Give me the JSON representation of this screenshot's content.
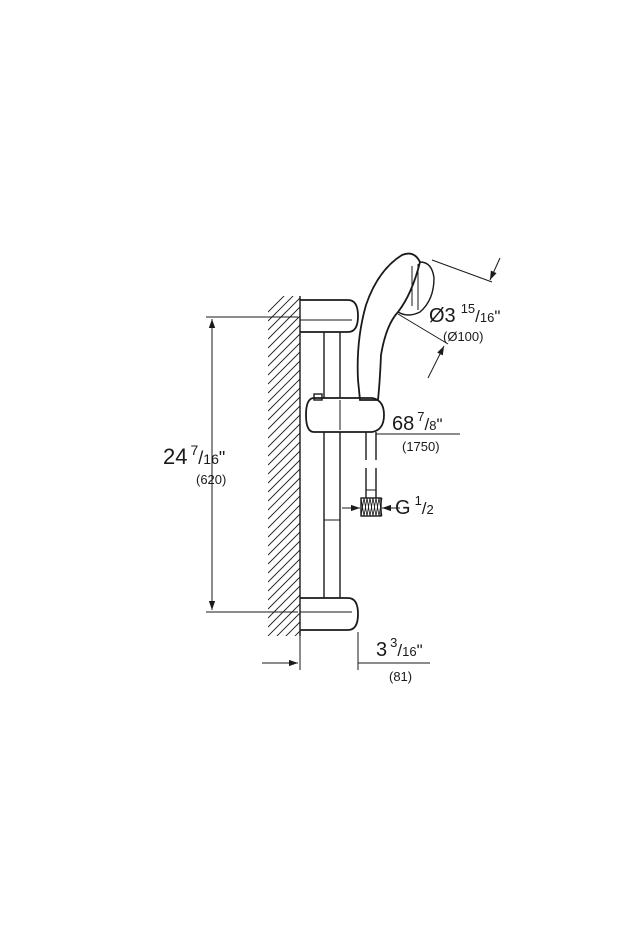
{
  "dimensions": {
    "height": {
      "whole": "24",
      "frac_num": "7",
      "frac_den": "16",
      "unit": "\"",
      "metric": "(620)"
    },
    "head_diameter": {
      "whole": "Ø3",
      "frac_num": "15",
      "frac_den": "16",
      "unit": "\"",
      "metric": "(Ø100)"
    },
    "hose_length": {
      "whole": "68",
      "frac_num": "7",
      "frac_den": "8",
      "unit": "\"",
      "metric": "(1750)"
    },
    "connection": {
      "whole": "G",
      "frac_num": "1",
      "frac_den": "2"
    },
    "wall_offset": {
      "whole": "3",
      "frac_num": "3",
      "frac_den": "16",
      "unit": "\"",
      "metric": "(81)"
    }
  }
}
